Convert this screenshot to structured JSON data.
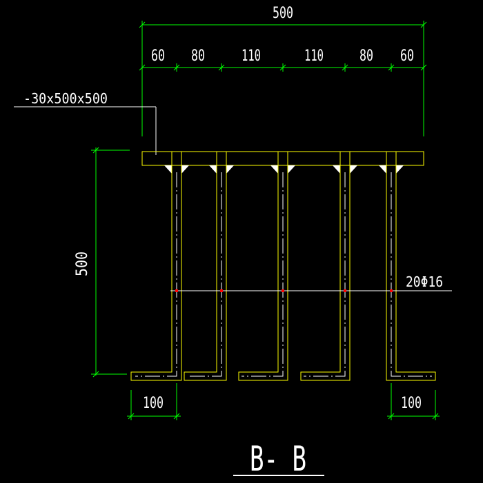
{
  "drawing": {
    "section_title": "B- B",
    "plate_label": "-30x500x500",
    "rebar_label": "20Φ16",
    "top_overall_dim": "500",
    "top_segment_dims": [
      "60",
      "80",
      "110",
      "110",
      "80",
      "60"
    ],
    "left_height_dim": "500",
    "bottom_left_dim": "100",
    "bottom_right_dim": "100"
  },
  "colors": {
    "background": "#000000",
    "plate": "#ffff00",
    "rebar": "#ffff00",
    "dimension": "#00ff00",
    "text": "#ffffff",
    "leader": "#ffffff",
    "weld": "#ffffff",
    "centerline": "#ffffff",
    "mark": "#ff0000"
  }
}
